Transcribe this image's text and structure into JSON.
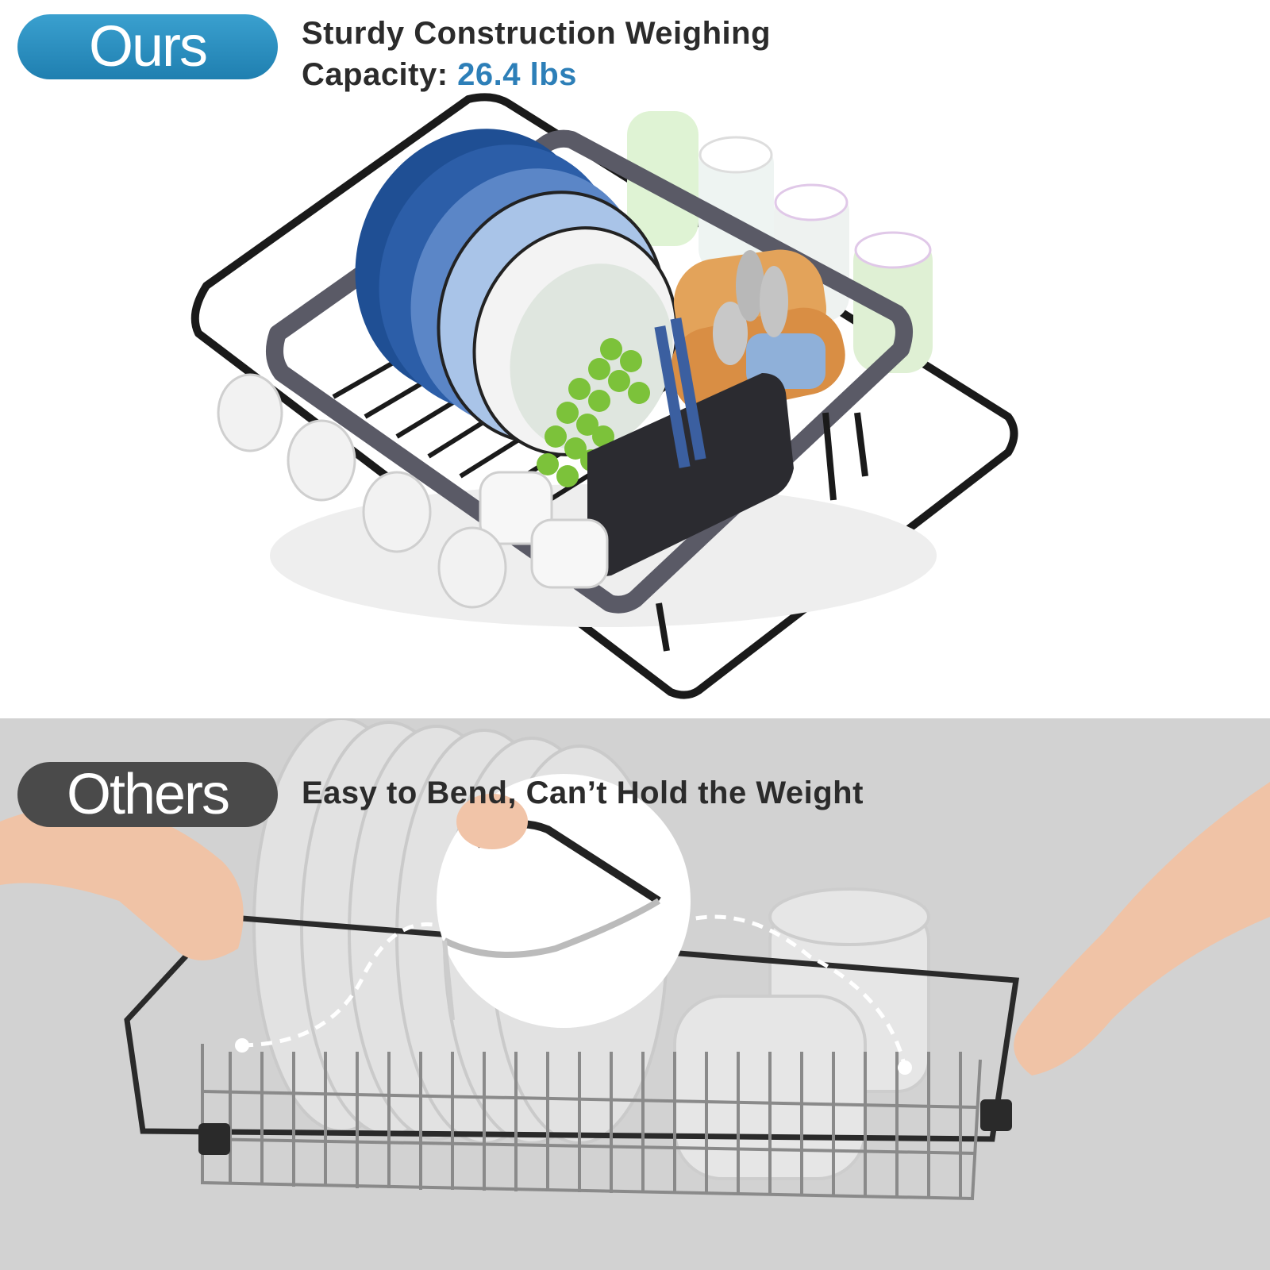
{
  "ours": {
    "badge": "Ours",
    "caption_line1": "Sturdy Construction Weighing",
    "caption_line2_prefix": "Capacity: ",
    "capacity_value": "26.4 lbs",
    "accent_color": "#2d7fb8",
    "badge_color": "#2a8fc2"
  },
  "others": {
    "badge": "Others",
    "caption": "Easy to Bend, Can’t Hold the Weight",
    "badge_color": "#4a4a4a"
  }
}
